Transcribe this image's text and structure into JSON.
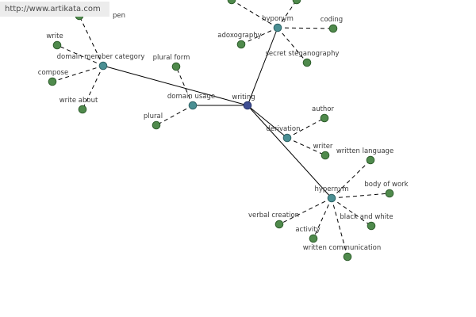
{
  "watermark": "http://www.artikata.com",
  "colors": {
    "center": "#3f4f93",
    "category": "#4a8f93",
    "leaf": "#4f8a4c",
    "edge": "#000000",
    "label": "#3a3a3a",
    "watermark_bg": "#ececec"
  },
  "graph": {
    "center": "writing",
    "categories": [
      {
        "label": "domain member category",
        "leaves": [
          "pen",
          "write",
          "compose",
          "write about"
        ]
      },
      {
        "label": "hyponym",
        "leaves": [
          "coding",
          "adoxography",
          "secret steganography"
        ]
      },
      {
        "label": "domain usage",
        "leaves": [
          "plural form",
          "plural"
        ]
      },
      {
        "label": "derivation",
        "leaves": [
          "author",
          "writer"
        ]
      },
      {
        "label": "hypernym",
        "leaves": [
          "written language",
          "body of work",
          "black and white",
          "written communication",
          "activity",
          "verbal creation"
        ]
      }
    ]
  }
}
